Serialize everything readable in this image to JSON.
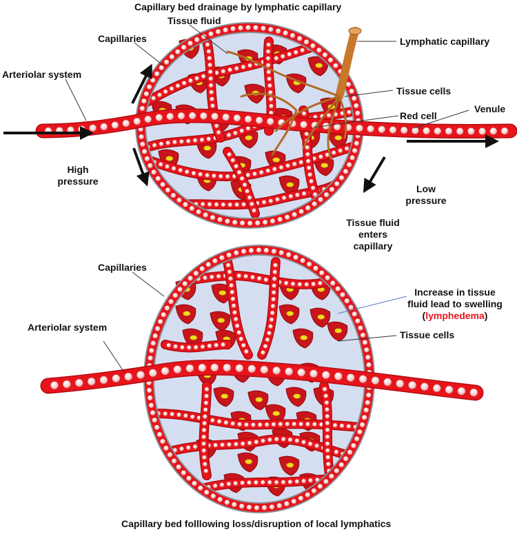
{
  "top": {
    "title": "Capillary bed drainage by lymphatic capillary",
    "labels": {
      "tissue_fluid": "Tissue fluid",
      "capillaries": "Capillaries",
      "lymphatic_capillary": "Lymphatic capillary",
      "arteriolar_system": "Arteriolar system",
      "tissue_cells": "Tissue cells",
      "red_cell": "Red cell",
      "venule": "Venule",
      "high_pressure_1": "High",
      "high_pressure_2": "pressure",
      "low_pressure_1": "Low",
      "low_pressure_2": "pressure",
      "enters_1": "Tissue fluid",
      "enters_2": "enters",
      "enters_3": "capillary"
    }
  },
  "bottom": {
    "title": "Capillary bed folllowing loss/disruption of local lymphatics",
    "labels": {
      "capillaries": "Capillaries",
      "arteriolar_system": "Arteriolar system",
      "increase_1": "Increase in tissue",
      "increase_2": "fluid lead to swelling",
      "paren_open": "(",
      "lymphedema": "lymphedema",
      "paren_close": ")",
      "tissue_cells": "Tissue cells"
    }
  },
  "colors": {
    "vessel": "#e8141b",
    "vessel_dark": "#b10c12",
    "fluid": "#d4def0",
    "rim": "#8a9097",
    "lymphatic": "#c8782a",
    "nucleus": "#f2da1c",
    "accent_text": "#e8141b"
  }
}
